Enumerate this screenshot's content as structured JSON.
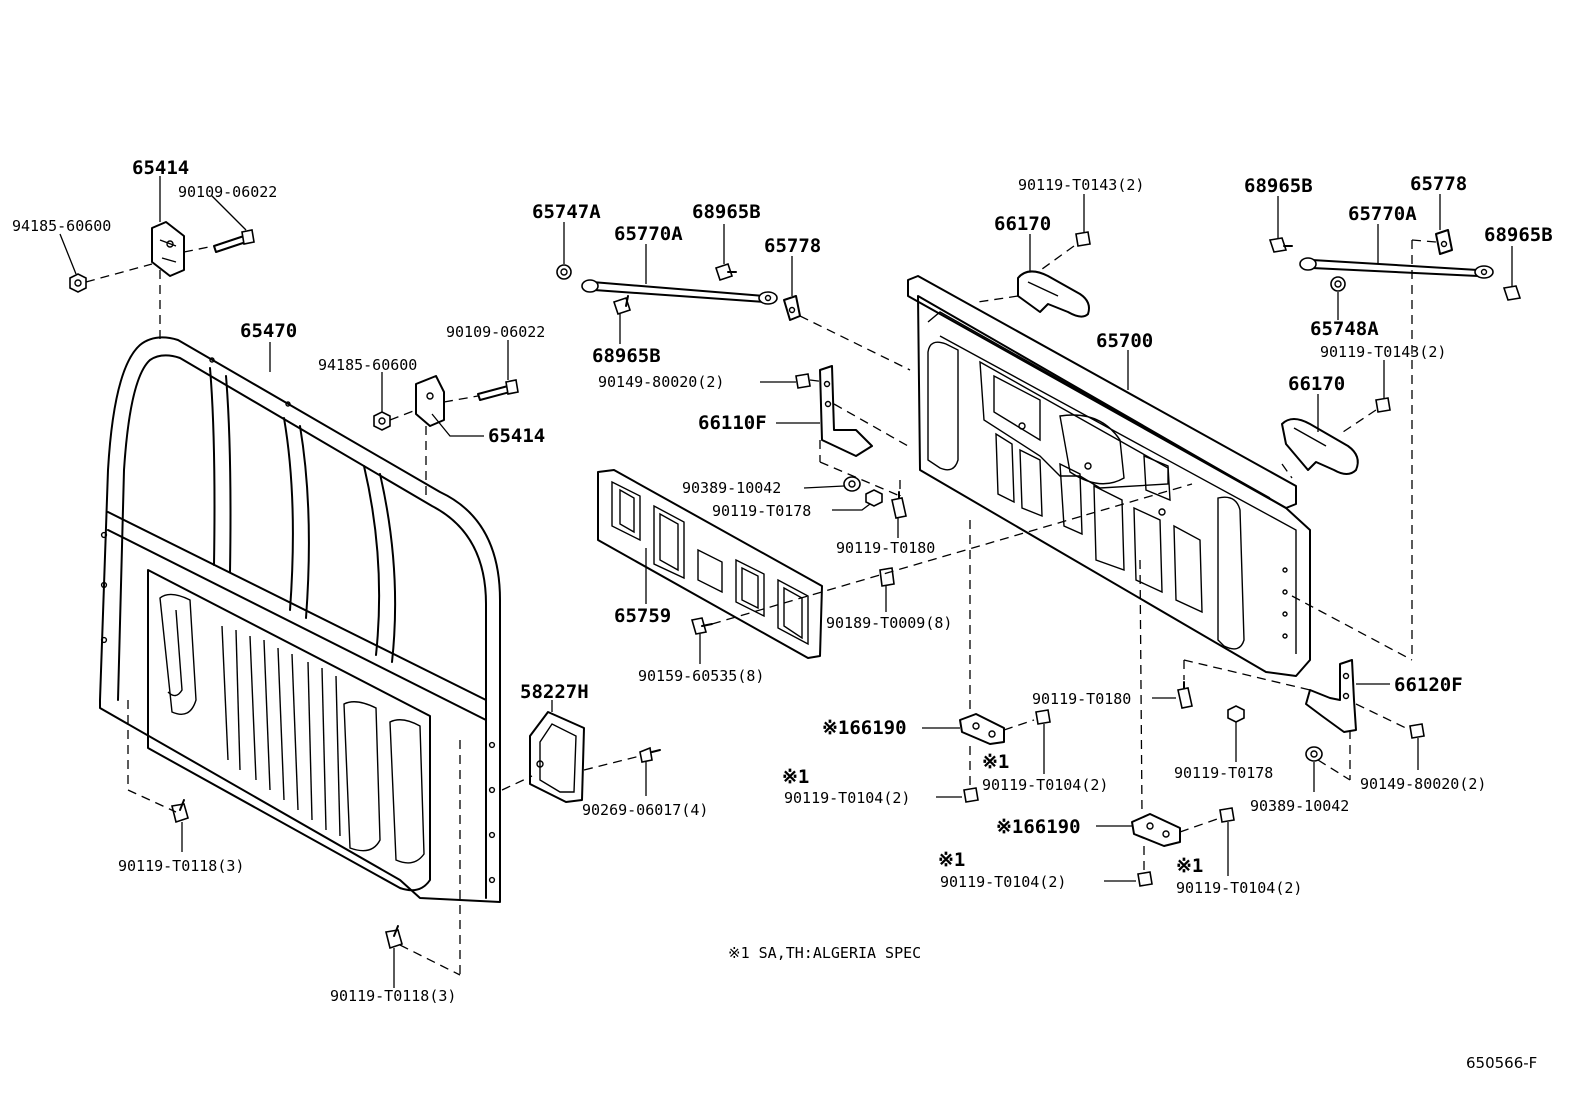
{
  "labels": {
    "p65414_top": "65414",
    "p90109_06022_top": "90109-06022",
    "p94185_60600_top": "94185-60600",
    "p65470": "65470",
    "p94185_60600_mid": "94185-60600",
    "p90109_06022_mid": "90109-06022",
    "p65414_mid": "65414",
    "p65747A": "65747A",
    "p65770A_left": "65770A",
    "p68965B_top": "68965B",
    "p65778_left": "65778",
    "p68965B_low": "68965B",
    "p90149_80020_left": "90149-80020(2)",
    "p66110F": "66110F",
    "p90389_10042_left": "90389-10042",
    "p90119_T0178_left": "90119-T0178",
    "p90119_T0180_left": "90119-T0180",
    "p65759": "65759",
    "p90189_T0009": "90189-T0009(8)",
    "p90159_60535": "90159-60535(8)",
    "p58227H": "58227H",
    "p90269_06017": "90269-06017(4)",
    "p90119_T0118_left": "90119-T0118(3)",
    "p90119_T0118_bottom": "90119-T0118(3)",
    "p90119_T0143_top": "90119-T0143(2)",
    "p66170_top": "66170",
    "p65700": "65700",
    "p68965B_right_a": "68965B",
    "p65778_right": "65778",
    "p65770A_right": "65770A",
    "p68965B_right_b": "68965B",
    "p65748A": "65748A",
    "p90119_T0143_right": "90119-T0143(2)",
    "p66170_right": "66170",
    "p66120F": "66120F",
    "p90119_T0180_right": "90119-T0180",
    "p90119_T0178_right": "90119-T0178",
    "p90389_10042_right": "90389-10042",
    "p90149_80020_right": "90149-80020(2)",
    "p166190_a": "※166190",
    "p166190_b": "※166190",
    "mark1_a": "※1",
    "mark1_b": "※1",
    "mark1_c": "※1",
    "mark1_d": "※1",
    "p90119_T0104_a": "90119-T0104(2)",
    "p90119_T0104_b": "90119-T0104(2)",
    "p90119_T0104_c": "90119-T0104(2)",
    "p90119_T0104_d": "90119-T0104(2)"
  },
  "footnote": "※1 SA,TH:ALGERIA SPEC",
  "drawing_code": "650566-F"
}
